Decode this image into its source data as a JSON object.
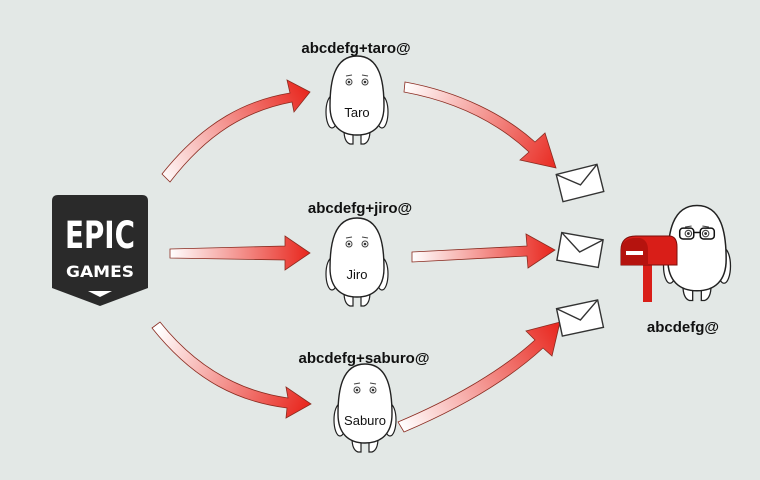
{
  "logo": {
    "line1": "EPIC",
    "line2": "GAMES",
    "background": "#2a2a2a",
    "foreground": "#ffffff"
  },
  "aliases": [
    {
      "address": "abcdefg+taro@",
      "name": "Taro"
    },
    {
      "address": "abcdefg+jiro@",
      "name": "Jiro"
    },
    {
      "address": "abcdefg+saburo@",
      "name": "Saburo"
    }
  ],
  "receiver": {
    "address": "abcdefg@"
  },
  "colors": {
    "background": "#e3e8e6",
    "arrow_start": "#ffffff",
    "arrow_end": "#e8251c",
    "mailbox": "#d91e18",
    "outline": "#222222"
  },
  "icons": [
    "epic-games-logo",
    "arrow",
    "person",
    "envelope-icon",
    "mailbox-icon",
    "glasses-icon"
  ]
}
